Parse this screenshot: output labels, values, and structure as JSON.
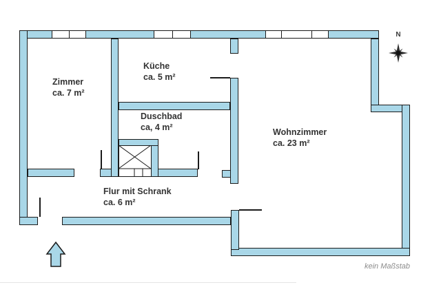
{
  "colors": {
    "wall_fill": "#a9d7e8",
    "wall_outline": "#1a1a1a",
    "text": "#333333",
    "muted_text": "#8c8c8c"
  },
  "compass": {
    "label": "N"
  },
  "rooms": [
    {
      "id": "zimmer",
      "name": "Zimmer",
      "area": "ca. 7 m²"
    },
    {
      "id": "kueche",
      "name": "Küche",
      "area": "ca. 5 m²"
    },
    {
      "id": "duschbad",
      "name": "Duschbad",
      "area": "ca, 4 m²"
    },
    {
      "id": "wohnzimmer",
      "name": "Wohnzimmer",
      "area": "ca. 23 m²"
    },
    {
      "id": "flur",
      "name": "Flur mit Schrank",
      "area": "ca. 6 m²"
    }
  ],
  "footer": {
    "scale_note": "kein Maßstab"
  }
}
